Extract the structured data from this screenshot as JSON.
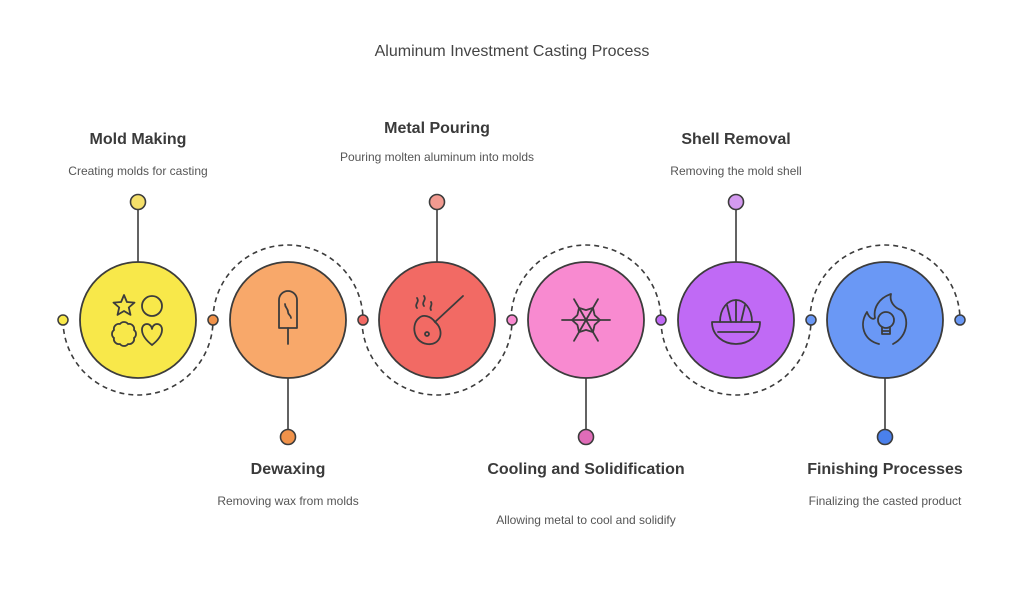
{
  "title": "Aluminum Investment Casting Process",
  "steps": [
    {
      "title": "Mold Making",
      "description": "Creating molds for casting",
      "color": "#f8e84a",
      "accent": "#f5e06a",
      "icon": "shapes-icon"
    },
    {
      "title": "Dewaxing",
      "description": "Removing wax from molds",
      "color": "#f8a86a",
      "accent": "#f0924a",
      "icon": "popsicle-icon"
    },
    {
      "title": "Metal Pouring",
      "description": "Pouring molten aluminum into molds",
      "color": "#f26a64",
      "accent": "#f29a90",
      "icon": "ladle-icon"
    },
    {
      "title": "Cooling and Solidification",
      "description": "Allowing metal to cool and solidify",
      "color": "#f88ad0",
      "accent": "#e06cb8",
      "icon": "snowflake-icon"
    },
    {
      "title": "Shell Removal",
      "description": "Removing the mold shell",
      "color": "#c06af5",
      "accent": "#d49af0",
      "icon": "shell-icon"
    },
    {
      "title": "Finishing Processes",
      "description": "Finalizing the casted product",
      "color": "#6a98f5",
      "accent": "#4a80ec",
      "icon": "flame-bulb-icon"
    }
  ]
}
